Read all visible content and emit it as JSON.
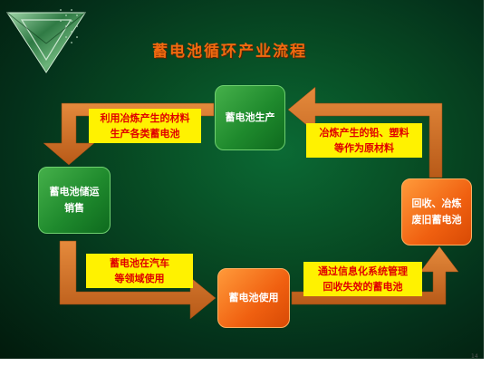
{
  "title": "蓄电池循环产业流程",
  "nodes": {
    "production": {
      "lines": [
        "蓄电池生产"
      ]
    },
    "storage": {
      "lines": [
        "蓄电池储运",
        "销售"
      ]
    },
    "usage": {
      "lines": [
        "蓄电池使用"
      ]
    },
    "recycle": {
      "lines": [
        "回收、冶炼",
        "废旧蓄电池"
      ]
    }
  },
  "labels": {
    "top_left": [
      "利用冶炼产生的材料",
      "生产各类蓄电池"
    ],
    "top_right": [
      "冶炼产生的铅、塑料",
      "等作为原材料"
    ],
    "bottom_left": [
      "蓄电池在汽车",
      "等领域使用"
    ],
    "bottom_right": [
      "通过信息化系统管理",
      "回收失效的蓄电池"
    ]
  },
  "colors": {
    "background": "#064221",
    "title": "#f06a10",
    "arrow": "#d2691e",
    "green_node": "#2a9a38",
    "orange_node": "#f06010",
    "label_bg": "#fff200",
    "label_text": "#e00000"
  },
  "corner_mark": "14"
}
